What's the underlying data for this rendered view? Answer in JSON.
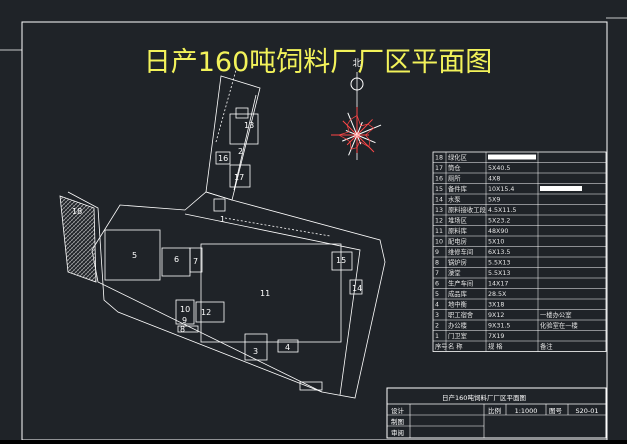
{
  "title": "日产160吨饲料厂厂区平面图",
  "compass": {
    "north_label": "北"
  },
  "zones": [
    {
      "id": "z1",
      "label": "1"
    },
    {
      "id": "z2",
      "label": "2"
    },
    {
      "id": "z3",
      "label": "3"
    },
    {
      "id": "z4",
      "label": "4"
    },
    {
      "id": "z5",
      "label": "5"
    },
    {
      "id": "z6",
      "label": "6"
    },
    {
      "id": "z7",
      "label": "7"
    },
    {
      "id": "z8",
      "label": "8"
    },
    {
      "id": "z9",
      "label": "9"
    },
    {
      "id": "z10",
      "label": "10"
    },
    {
      "id": "z11",
      "label": "11"
    },
    {
      "id": "z12",
      "label": "12"
    },
    {
      "id": "z13",
      "label": "13"
    },
    {
      "id": "z14",
      "label": "14"
    },
    {
      "id": "z15",
      "label": "15"
    },
    {
      "id": "z16",
      "label": "16"
    },
    {
      "id": "z17",
      "label": "17"
    },
    {
      "id": "z18",
      "label": "18"
    }
  ],
  "legend": {
    "header": {
      "no": "序号",
      "name": "名 称",
      "spec": "规 格",
      "note": "备注"
    },
    "rows": [
      {
        "no": "18",
        "name": "绿化区",
        "spec": "",
        "note": ""
      },
      {
        "no": "17",
        "name": "筒仓",
        "spec": "5X40.5",
        "note": ""
      },
      {
        "no": "16",
        "name": "厕所",
        "spec": "4X8",
        "note": ""
      },
      {
        "no": "15",
        "name": "备件库",
        "spec": "10X15.4",
        "note": ""
      },
      {
        "no": "14",
        "name": "水泵",
        "spec": "5X9",
        "note": ""
      },
      {
        "no": "13",
        "name": "原料接收工段",
        "spec": "4.5X11.5",
        "note": ""
      },
      {
        "no": "12",
        "name": "堆场区",
        "spec": "5X23.2",
        "note": ""
      },
      {
        "no": "11",
        "name": "原料库",
        "spec": "48X90",
        "note": ""
      },
      {
        "no": "10",
        "name": "配电房",
        "spec": "5X10",
        "note": ""
      },
      {
        "no": "9",
        "name": "维修车间",
        "spec": "6X13.5",
        "note": ""
      },
      {
        "no": "8",
        "name": "锅炉房",
        "spec": "5.5X13",
        "note": ""
      },
      {
        "no": "7",
        "name": "澡堂",
        "spec": "5.5X13",
        "note": ""
      },
      {
        "no": "6",
        "name": "生产车间",
        "spec": "14X17",
        "note": ""
      },
      {
        "no": "5",
        "name": "成品库",
        "spec": "28.5X",
        "note": ""
      },
      {
        "no": "4",
        "name": "地中衡",
        "spec": "3X18",
        "note": ""
      },
      {
        "no": "3",
        "name": "职工宿舍",
        "spec": "9X12",
        "note": "一楼办公室"
      },
      {
        "no": "2",
        "name": "办公楼",
        "spec": "9X31.5",
        "note": "化验室在一楼"
      },
      {
        "no": "1",
        "name": "门卫室",
        "spec": "7X19",
        "note": ""
      }
    ]
  },
  "title_block": {
    "title": "日产160吨饲料厂厂区平面图",
    "design_label": "设计",
    "drawing_label": "制图",
    "review_label": "审阅",
    "scale_label": "比例",
    "scale_value": "1:1000",
    "number_label": "图号",
    "number_value": "S20-01"
  },
  "colors": {
    "background": "#1f2328",
    "lines": "#ffffff",
    "title": "#f2f25a",
    "compass_red": "#ff4646",
    "compass_white": "#ffffff"
  }
}
